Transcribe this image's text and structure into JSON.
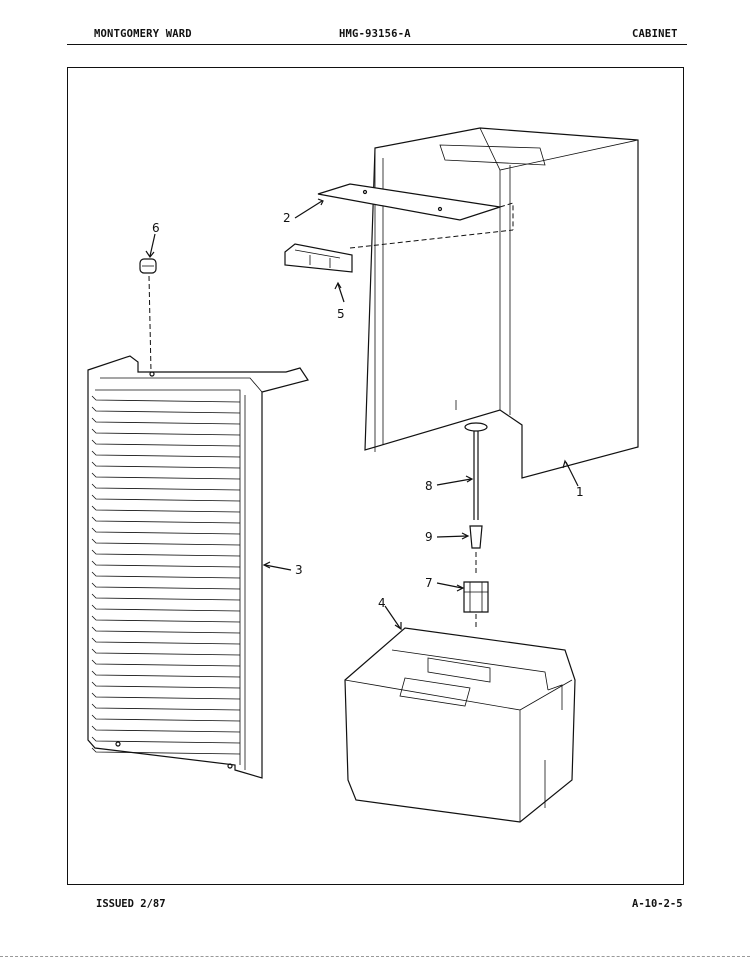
{
  "header": {
    "left": "MONTGOMERY WARD",
    "center": "HMG-93156-A",
    "right": "CABINET"
  },
  "footer": {
    "left": "ISSUED 2/87",
    "right": "A-10-2-5"
  },
  "callouts": [
    "1",
    "2",
    "3",
    "4",
    "5",
    "6",
    "7",
    "8",
    "9"
  ]
}
